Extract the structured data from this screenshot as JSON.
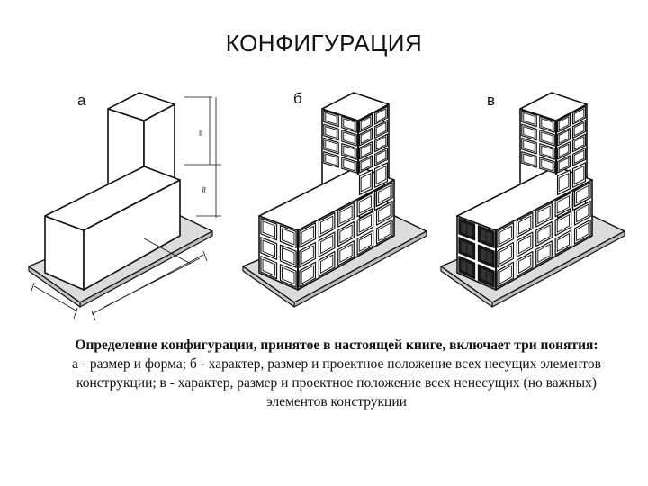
{
  "title": "КОНФИГУРАЦИЯ",
  "panels": [
    {
      "label": "а",
      "name": "building-a"
    },
    {
      "label": "б",
      "name": "building-b"
    },
    {
      "label": "в",
      "name": "building-v"
    }
  ],
  "dimension_marks": [
    "=",
    "≈"
  ],
  "caption": {
    "lead": "Определение конфигурации, принятое в настоящей книге, включает три понятия:",
    "body": "а - размер и форма; б - характер, размер и проектное положение всех несущих элементов конструкции; в - характер, размер и проектное положение всех ненесущих (но важных) элементов конструкции"
  },
  "colors": {
    "line": "#111111",
    "fill": "#ffffff",
    "base": "#dcdcdc",
    "dark": "#1a1a1a"
  }
}
